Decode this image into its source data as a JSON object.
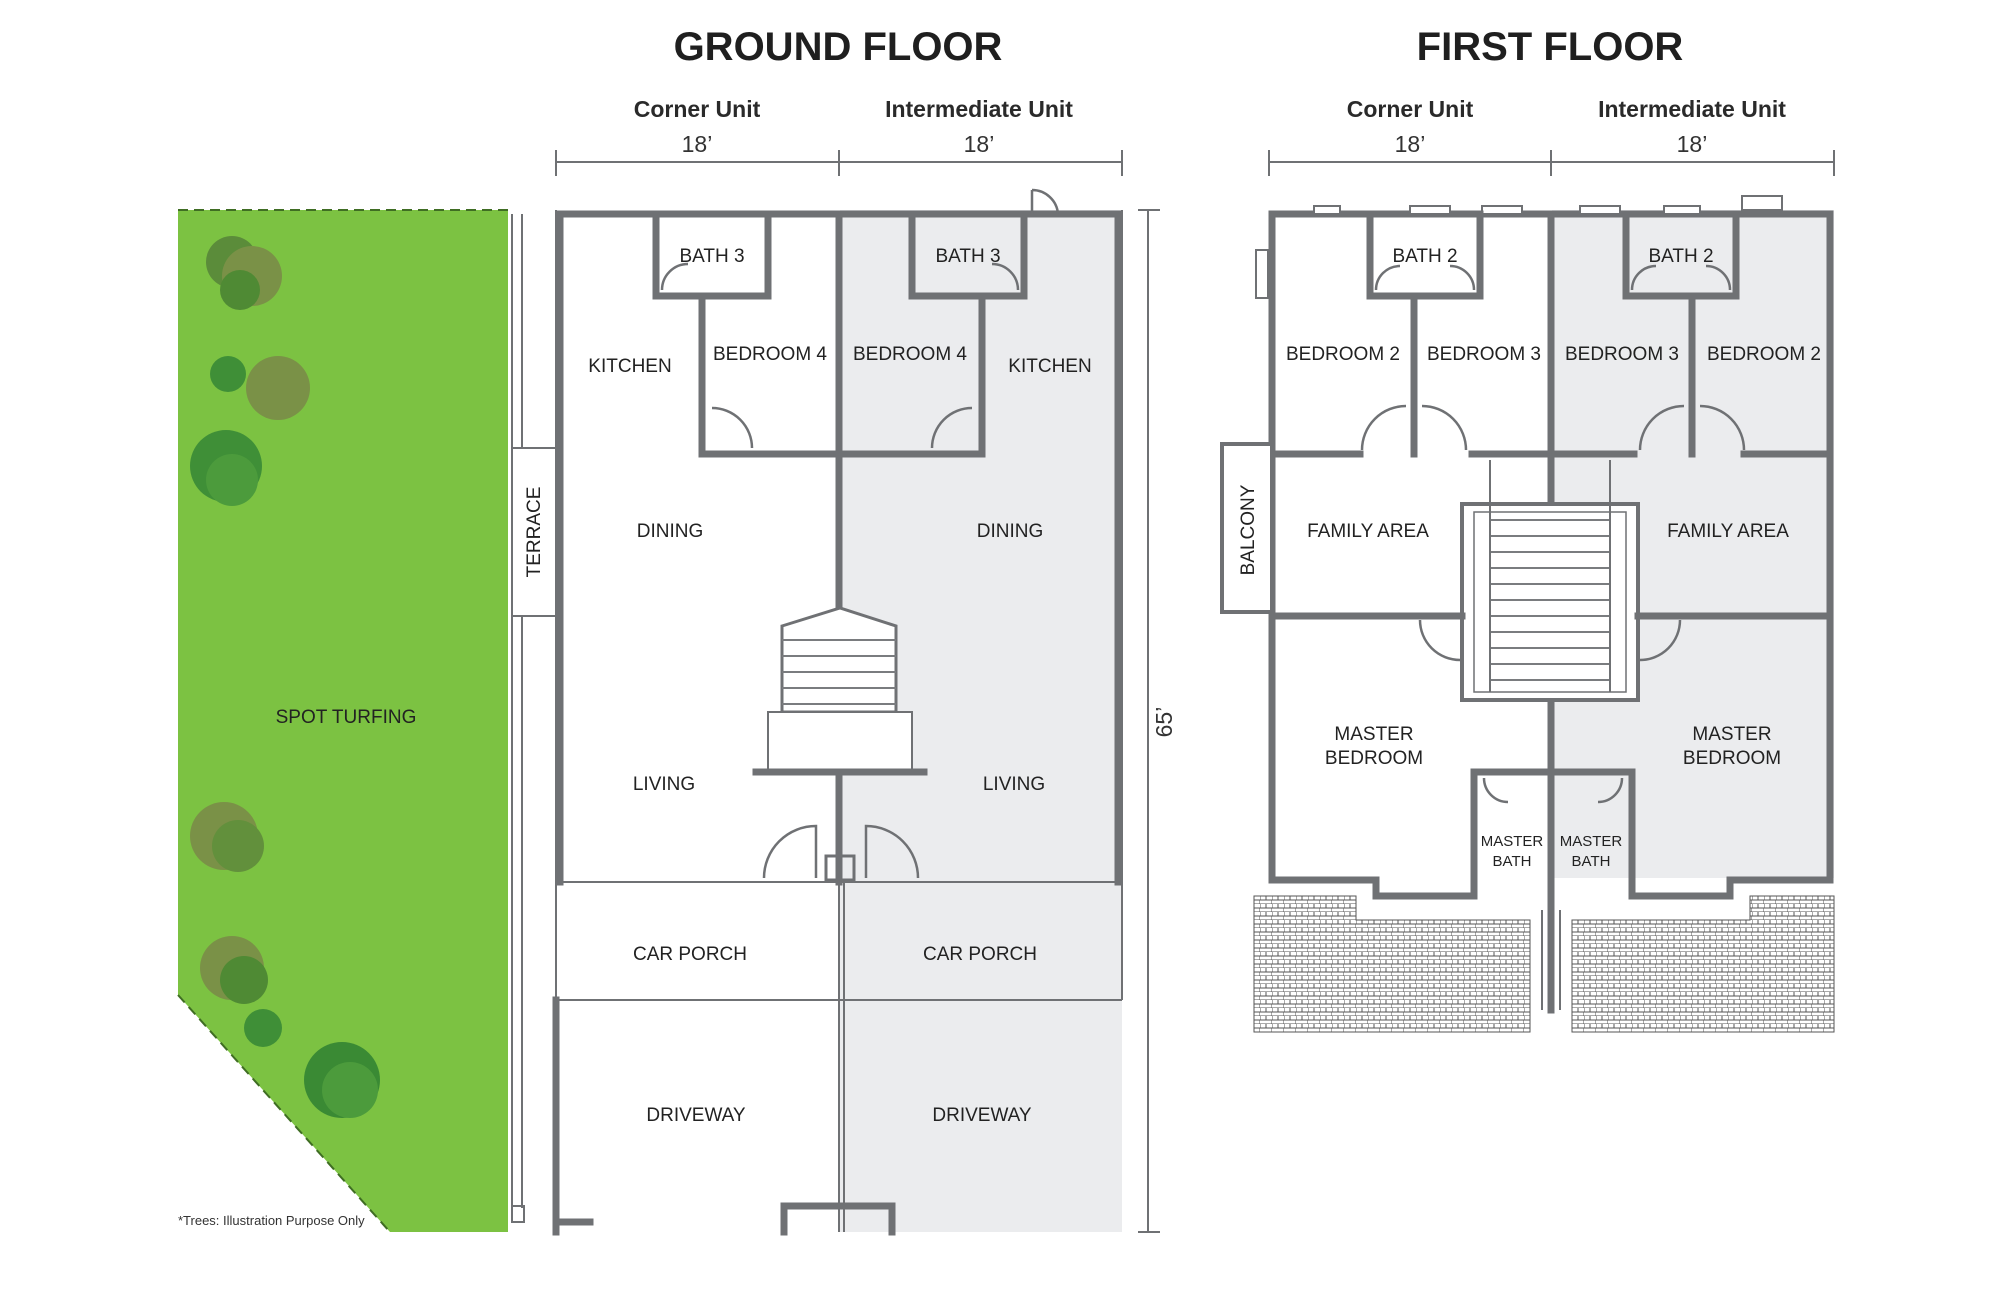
{
  "titles": {
    "ground_floor": "GROUND FLOOR",
    "first_floor": "FIRST FLOOR"
  },
  "ground": {
    "corner_unit": "Corner Unit",
    "intermediate_unit": "Intermediate Unit",
    "width_corner": "18’",
    "width_intermediate": "18’",
    "depth": "65’",
    "rooms": {
      "bath3_left": "BATH 3",
      "bath3_right": "BATH 3",
      "kitchen_left": "KITCHEN",
      "bedroom4_left": "BEDROOM 4",
      "bedroom4_right": "BEDROOM 4",
      "kitchen_right": "KITCHEN",
      "dining_left": "DINING",
      "dining_right": "DINING",
      "terrace": "TERRACE",
      "living_left": "LIVING",
      "living_right": "LIVING",
      "car_porch_left": "CAR PORCH",
      "car_porch_right": "CAR PORCH",
      "driveway_left": "DRIVEWAY",
      "driveway_right": "DRIVEWAY",
      "spot_turfing": "SPOT TURFING"
    },
    "note": "*Trees: Illustration Purpose Only"
  },
  "first": {
    "corner_unit": "Corner Unit",
    "intermediate_unit": "Intermediate Unit",
    "width_corner": "18’",
    "width_intermediate": "18’",
    "rooms": {
      "bath2_left": "BATH 2",
      "bath2_right": "BATH 2",
      "bedroom2_left": "BEDROOM 2",
      "bedroom3_left": "BEDROOM 3",
      "bedroom3_right": "BEDROOM 3",
      "bedroom2_right": "BEDROOM 2",
      "balcony": "BALCONY",
      "family_left": "FAMILY AREA",
      "family_right": "FAMILY AREA",
      "master_left_1": "MASTER",
      "master_left_2": "BEDROOM",
      "master_right_1": "MASTER",
      "master_right_2": "BEDROOM",
      "mbath_left_1": "MASTER",
      "mbath_left_2": "BATH",
      "mbath_right_1": "MASTER",
      "mbath_right_2": "BATH"
    }
  },
  "colors": {
    "grass": "#7cc242",
    "shade": "#ebecee",
    "wall": "#7f8184"
  }
}
